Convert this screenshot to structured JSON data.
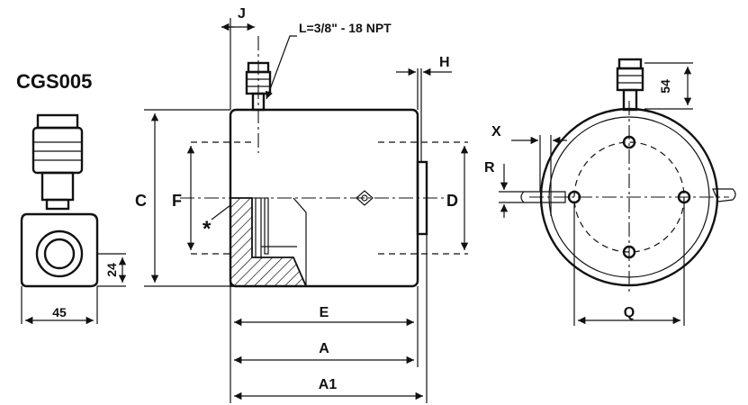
{
  "model": "CGS005",
  "labels": {
    "port": "L=3/8\" - 18 NPT",
    "j": "J",
    "h": "H",
    "c": "C",
    "f": "F",
    "d": "D",
    "e": "E",
    "a": "A",
    "a1": "A1",
    "x": "X",
    "r": "R",
    "q": "Q",
    "star": "*",
    "dim_54": "54",
    "dim_24": "24",
    "dim_45": "45"
  }
}
